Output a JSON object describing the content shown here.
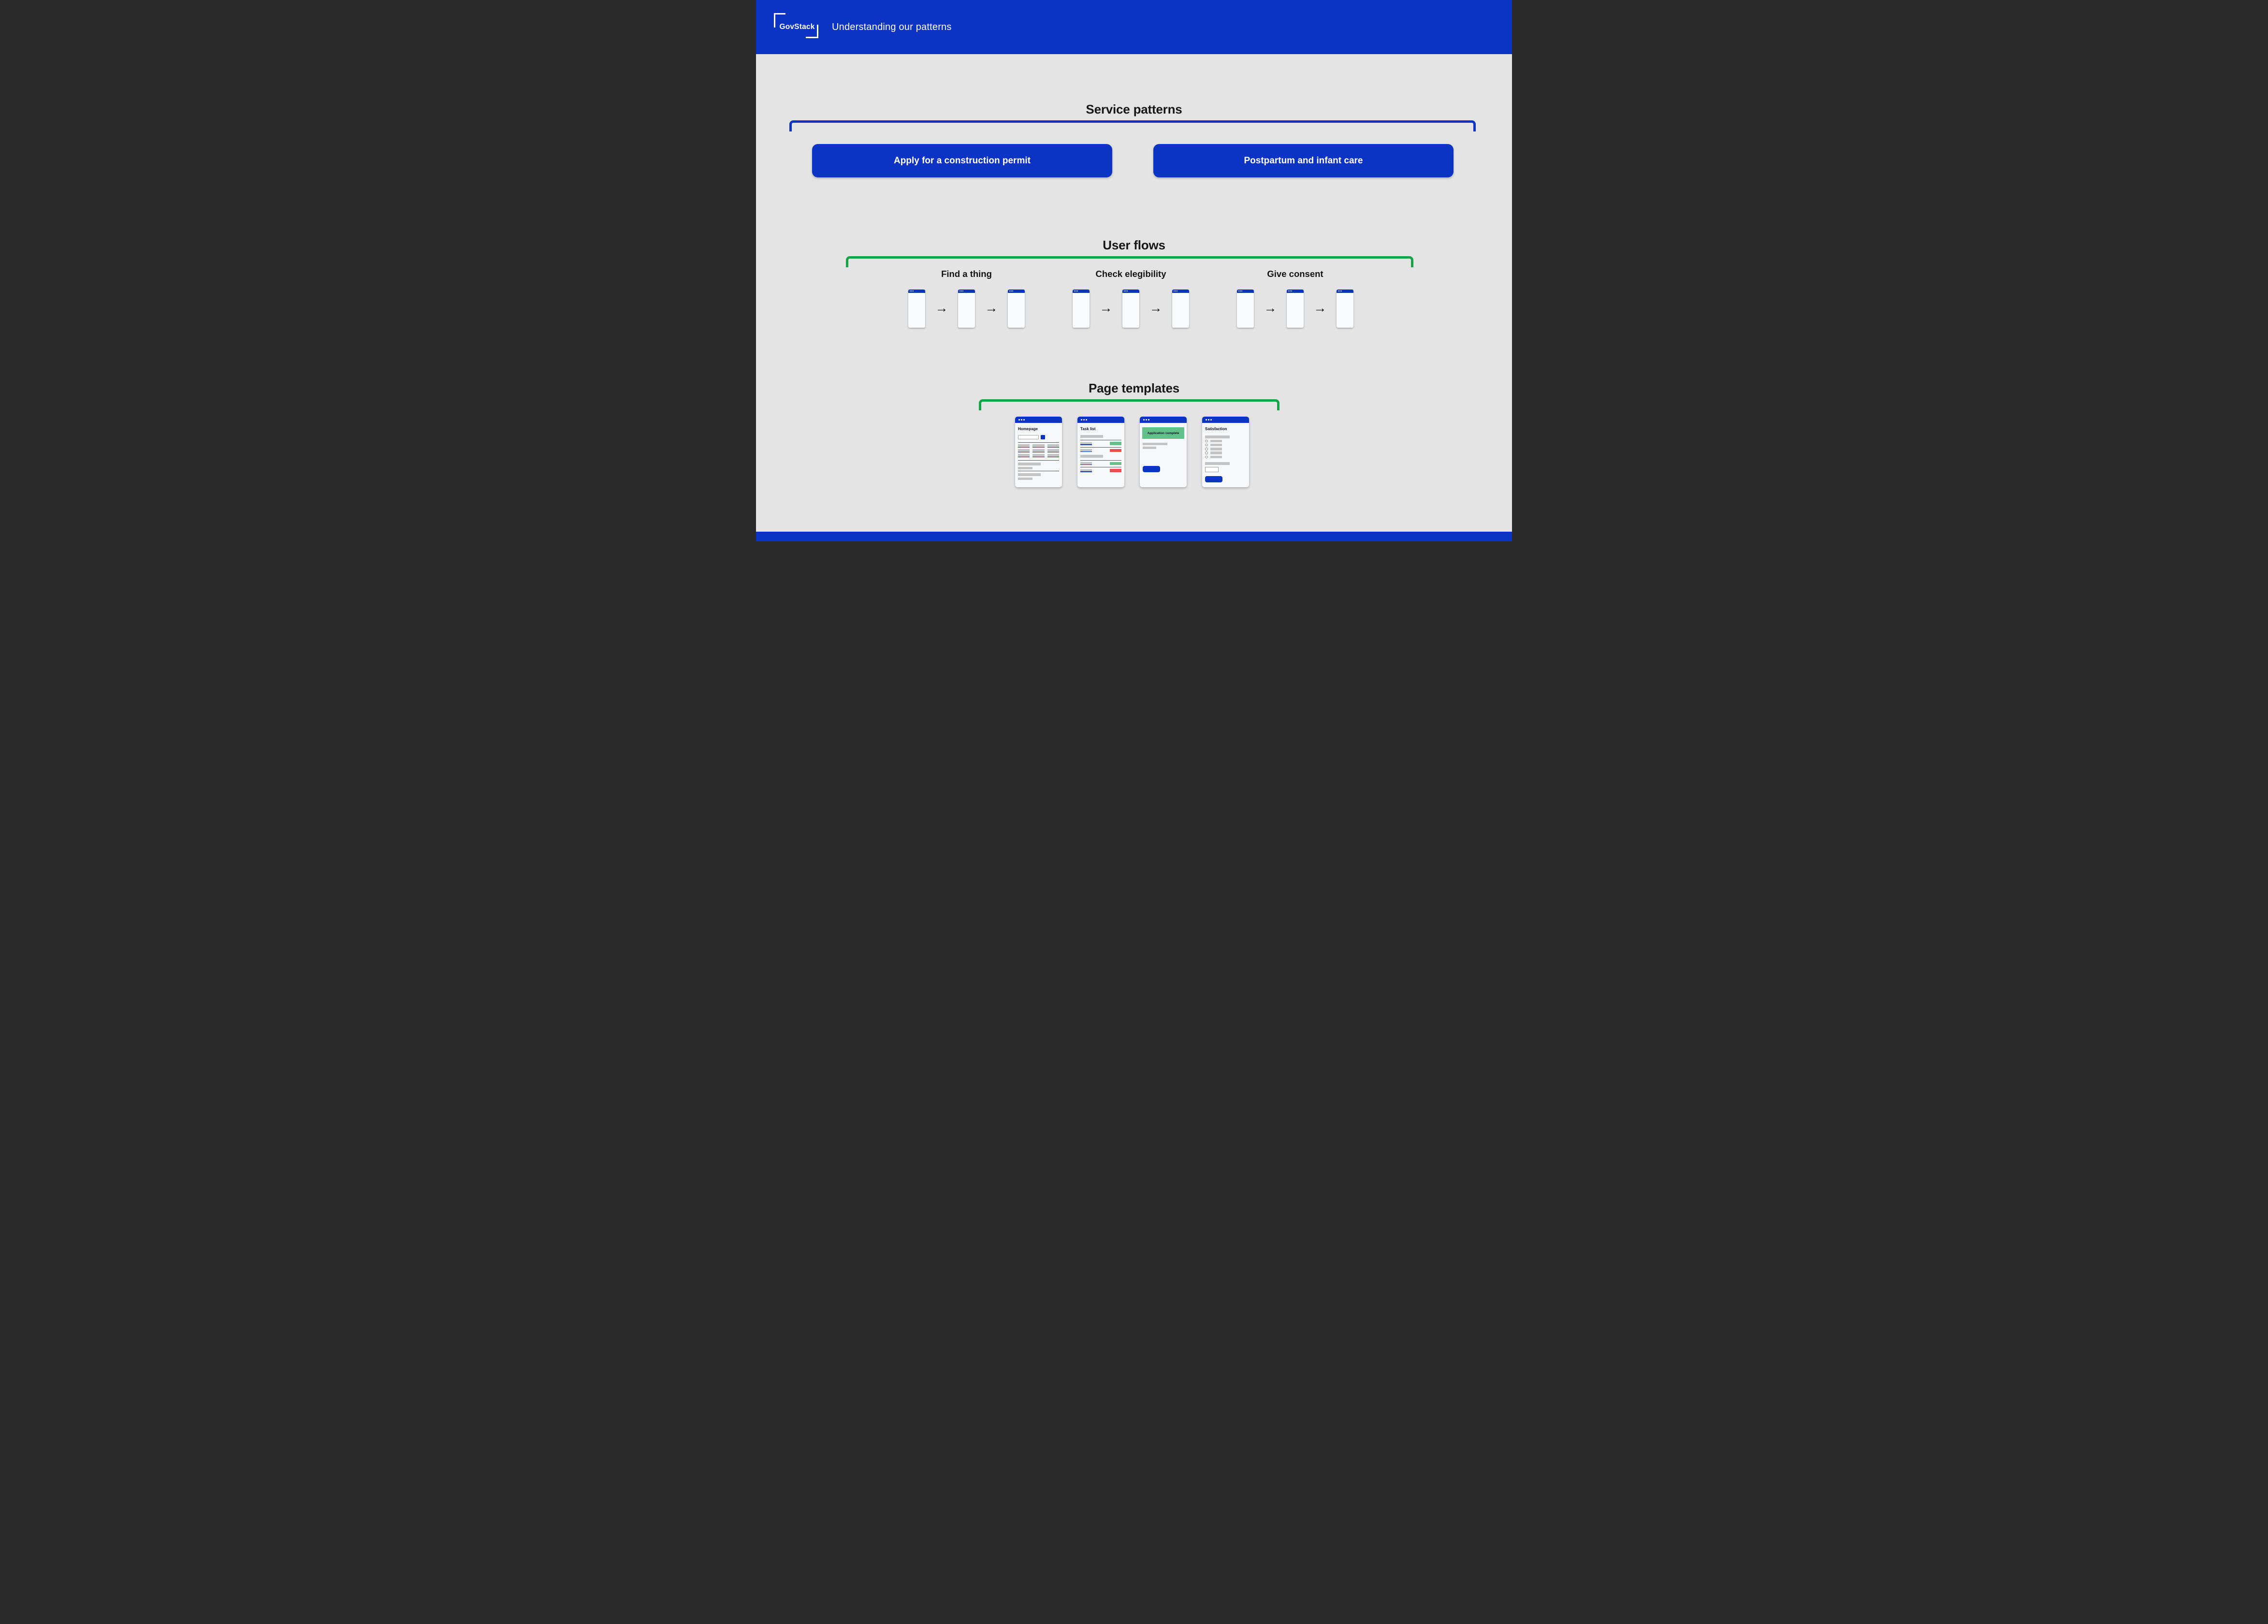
{
  "colors": {
    "blue": "#0b34c5",
    "green": "#16a34a",
    "greenlight": "#62c08a",
    "red": "#e8504e",
    "bg": "#e4e4e4",
    "bargray": "#c3c3c3"
  },
  "icons": {
    "arrow_right": "→"
  },
  "header": {
    "logo_text": "GovStack",
    "title": "Understanding our patterns"
  },
  "sections": {
    "service_patterns": {
      "title": "Service patterns",
      "buttons": [
        "Apply for a construction permit",
        "Postpartum and infant care"
      ]
    },
    "user_flows": {
      "title": "User flows",
      "flows": [
        {
          "label": "Find a thing",
          "screens": 3
        },
        {
          "label": "Check elegibility",
          "screens": 3
        },
        {
          "label": "Give consent",
          "screens": 3
        }
      ]
    },
    "page_templates": {
      "title": "Page templates",
      "templates": [
        {
          "label": "Homepage"
        },
        {
          "label": "Task list"
        },
        {
          "label": "Application complete"
        },
        {
          "label": "Satisfaction"
        }
      ]
    }
  }
}
